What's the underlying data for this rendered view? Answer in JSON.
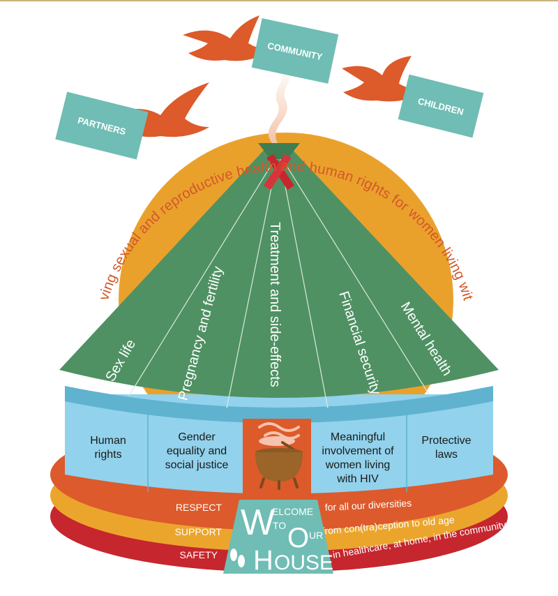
{
  "arc_title": "Achieving sexual and reproductive health and human rights for women living with HIV",
  "doves": [
    {
      "label": "PARTNERS"
    },
    {
      "label": "COMMUNITY"
    },
    {
      "label": "CHILDREN"
    }
  ],
  "roof_sections": [
    "Sex life",
    "Pregnancy and fertility",
    "Treatment and side-effects",
    "Financial security",
    "Mental health"
  ],
  "wall": {
    "human_rights": [
      "Human",
      "rights"
    ],
    "gender": [
      "Gender",
      "equality and",
      "social justice"
    ],
    "meaningful": [
      "Meaningful",
      "involvement of",
      "women living",
      "with HIV"
    ],
    "protective": [
      "Protective",
      "laws"
    ]
  },
  "bands": [
    {
      "left": "RESPECT",
      "right": "for all our diversities"
    },
    {
      "left": "SUPPORT",
      "right": "from con(tra)ception to old age"
    },
    {
      "left": "SAFETY",
      "right": "in healthcare, at home, in the community"
    }
  ],
  "welcome": {
    "w": "W",
    "elcome": "ELCOME",
    "to": "TO",
    "o": "O",
    "ur": "UR",
    "h": "H",
    "ouse": "OUSE"
  },
  "colors": {
    "sun": "#eaa12c",
    "roof": "#4f9163",
    "wall": "#92d2ec",
    "wall_top": "#5fb3cf",
    "respect_band": "#dc5a2c",
    "support_band": "#eba52d",
    "safety_band": "#c6262e",
    "sign": "#6fbdb4",
    "dove": "#dd5a2a",
    "title_text": "#d2582a"
  }
}
